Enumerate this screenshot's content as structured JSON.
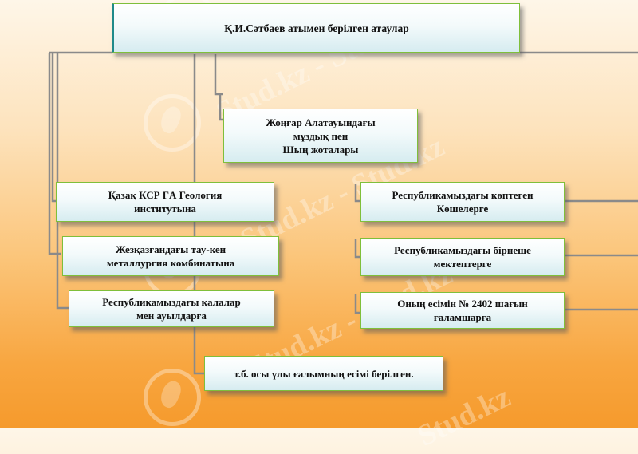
{
  "diagram": {
    "root": "Қ.И.Сәтбаев атымен берілген атаулар",
    "nodes": {
      "glaciers": "Жоңғар Алатауындағы\nмұздық пен\nШың жоталары",
      "institute": "Қазақ КСР ҒА Геология\nинститутына",
      "combine": "Жезқазғандағы тау-кен\nметаллургия комбинатына",
      "towns": "Республикамыздағы қалалар\nмен ауылдарға",
      "streets": "Республикамыздағы көптеген\nКөшелерге",
      "schools": "Республикамыздағы бірнеше\nмектептерге",
      "planet": "Оның есімін № 2402 шағын\nғаламшарға",
      "other": "т.б. осы ұлы ғалымның есімі берілген."
    }
  },
  "watermark": {
    "text": "Stud.kz - Stud.kz",
    "short": "Stud.kz"
  },
  "colors": {
    "box_border": "#7fbf3a",
    "connector": "#8a8a8a",
    "background_bottom": "#f59a2c"
  }
}
